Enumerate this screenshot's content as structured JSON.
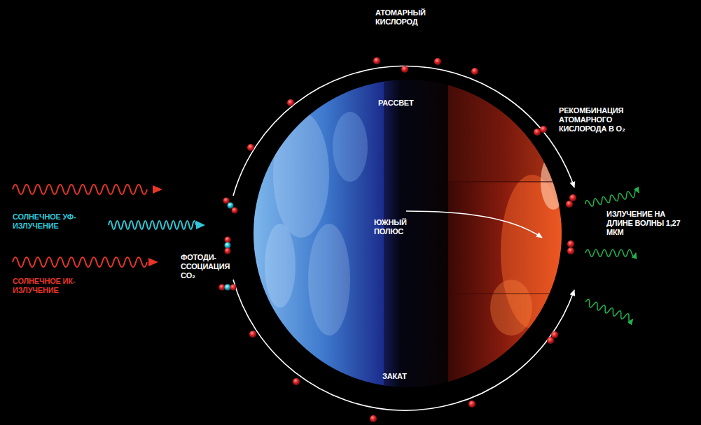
{
  "diagram": {
    "labels": [
      "АТОМАРНЫЙ КИСЛОРОД",
      "РАССВЕТ",
      "РЕКОМБИНАЦИЯ АТОМАРНОГО КИСЛОРОДА В O₂",
      "СОЛНЕЧНОЕ УФ-ИЗЛУЧЕНИЕ",
      "ФОТОДИ- ССОЦИАЦИЯ CO₂",
      "ЮЖНЫЙ ПОЛЮС",
      "ИЗЛУЧЕНИЕ НА ДЛИНЕ ВОЛНЫ 1,27 МКМ",
      "СОЛНЕЧНОЕ ИК-ИЗЛУЧЕНИЕ",
      "ЗАКАТ"
    ]
  }
}
